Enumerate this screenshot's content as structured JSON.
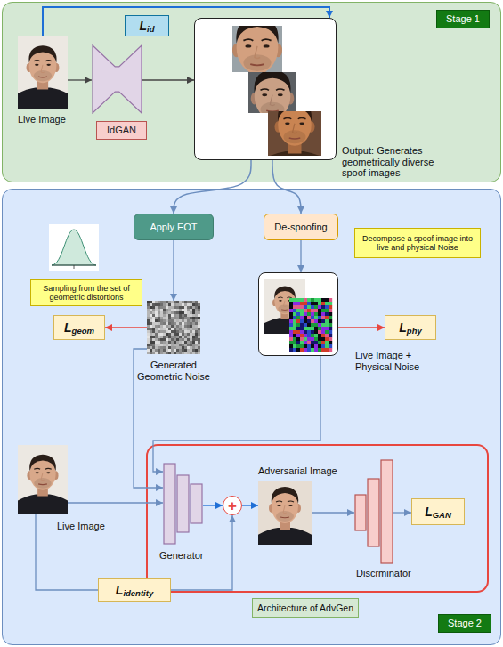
{
  "diagram": {
    "nodes": [
      {
        "text": [
          "Stage 1"
        ]
      },
      {
        "text": [
          "Live Image"
        ],
        "in": 0
      },
      {
        "text": [
          "IdGAN"
        ],
        "in": 0
      },
      {
        "text": [
          "Output: Generates geometrically diverse spoof images"
        ],
        "in": 0
      },
      {
        "text": [
          "L",
          "id"
        ],
        "in": 0
      },
      {
        "text": [
          "Stage 2"
        ]
      },
      {
        "text": [
          "Apply EOT"
        ],
        "in": 5
      },
      {
        "text": [
          "Sampling from the set of geometric distortions"
        ],
        "in": 5
      },
      {
        "text": [
          "De-spoofing"
        ],
        "in": 5
      },
      {
        "text": [
          "Decompose a spoof image into live and physical Noise"
        ],
        "in": 5
      },
      {
        "text": [
          "Generated Geometric Noise"
        ],
        "in": 5
      },
      {
        "text": [
          "L",
          "geom"
        ],
        "in": 5
      },
      {
        "text": [
          "Live Image + Physical Noise"
        ],
        "in": 5
      },
      {
        "text": [
          "L",
          "phy"
        ],
        "in": 5
      },
      {
        "text": [
          "Live Image"
        ],
        "in": 5
      },
      {
        "text": [
          "Generator"
        ],
        "in": 5
      },
      {
        "text": [
          "+"
        ],
        "in": 5
      },
      {
        "text": [
          "Adversarial Image"
        ],
        "in": 5
      },
      {
        "text": [
          "Discrminator"
        ],
        "in": 5
      },
      {
        "text": [
          "L",
          "GAN"
        ],
        "in": 5
      },
      {
        "text": [
          "L",
          "identity"
        ],
        "in": 5
      },
      {
        "text": [
          "Architecture of AdvGen"
        ],
        "in": 5
      }
    ],
    "edges": [
      {
        "from": 1,
        "to": 2,
        "arrow": "to"
      },
      {
        "from": 2,
        "to": 3,
        "arrow": "to"
      },
      {
        "from": 1,
        "to": 3,
        "arrow": "to"
      },
      {
        "from": 3,
        "to": 6,
        "arrow": "to"
      },
      {
        "from": 3,
        "to": 8,
        "arrow": "to"
      },
      {
        "from": 6,
        "to": 10,
        "arrow": "to"
      },
      {
        "from": 8,
        "to": 12,
        "arrow": "to"
      },
      {
        "from": 10,
        "to": 11,
        "arrow": "to"
      },
      {
        "from": 12,
        "to": 13,
        "arrow": "to"
      },
      {
        "from": 10,
        "to": 15,
        "arrow": "to"
      },
      {
        "from": 12,
        "to": 15,
        "arrow": "to"
      },
      {
        "from": 14,
        "to": 15,
        "arrow": "to"
      },
      {
        "from": 15,
        "to": 16,
        "arrow": "to"
      },
      {
        "from": 14,
        "to": 20,
        "arrow": "none"
      },
      {
        "from": 20,
        "to": 16,
        "arrow": "to"
      },
      {
        "from": 16,
        "to": 17,
        "arrow": "to"
      },
      {
        "from": 17,
        "to": 18,
        "arrow": "to"
      },
      {
        "from": 18,
        "to": 19,
        "arrow": "to"
      }
    ]
  }
}
